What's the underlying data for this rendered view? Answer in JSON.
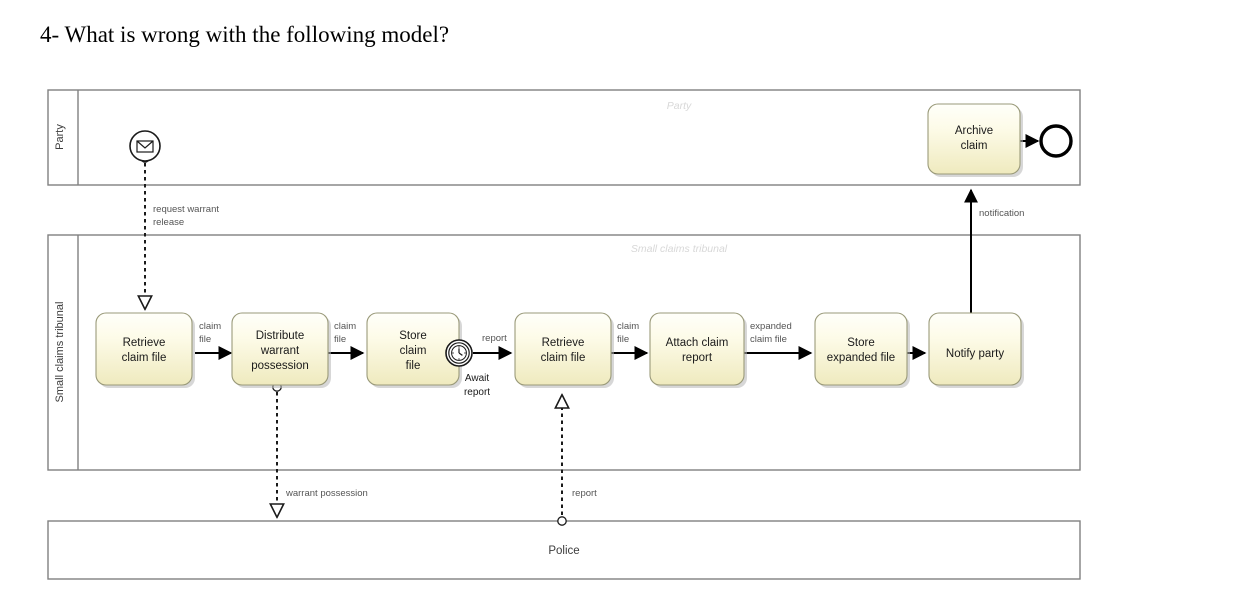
{
  "question": {
    "title": "4- What is wrong with the following model?"
  },
  "diagram": {
    "type": "bpmn-collaboration",
    "colors": {
      "task_fill_top": "#fffef2",
      "task_fill_bottom": "#f0ebc2",
      "task_stroke": "#9a9a7a",
      "pool_stroke": "#808080",
      "flow_stroke": "#000000",
      "label_text": "#555555",
      "watermark": "#d8d8d8"
    },
    "pools": [
      {
        "id": "pool-party",
        "name": "Party",
        "watermark": "Party",
        "collapsed": false
      },
      {
        "id": "pool-tribunal",
        "name": "Small claims tribunal",
        "watermark": "Small claims tribunal",
        "collapsed": false
      },
      {
        "id": "pool-police",
        "name": "Police",
        "watermark": "",
        "collapsed": true
      }
    ],
    "tasks": [
      {
        "id": "task-retrieve-1",
        "label": "Retrieve claim file",
        "lines": [
          "Retrieve",
          "claim file"
        ],
        "pool": "pool-tribunal"
      },
      {
        "id": "task-distribute-warrant",
        "label": "Distribute warrant possession",
        "lines": [
          "Distribute",
          "warrant",
          "possession"
        ],
        "pool": "pool-tribunal"
      },
      {
        "id": "task-store-claim",
        "label": "Store claim file",
        "lines": [
          "Store",
          "claim",
          "file"
        ],
        "pool": "pool-tribunal"
      },
      {
        "id": "task-retrieve-2",
        "label": "Retrieve claim file",
        "lines": [
          "Retrieve",
          "claim file"
        ],
        "pool": "pool-tribunal"
      },
      {
        "id": "task-attach-report",
        "label": "Attach claim report",
        "lines": [
          "Attach claim",
          "report"
        ],
        "pool": "pool-tribunal"
      },
      {
        "id": "task-store-expanded",
        "label": "Store expanded file",
        "lines": [
          "Store",
          "expanded file"
        ],
        "pool": "pool-tribunal"
      },
      {
        "id": "task-notify-party",
        "label": "Notify party",
        "lines": [
          "Notify party"
        ],
        "pool": "pool-tribunal"
      },
      {
        "id": "task-archive-claim",
        "label": "Archive claim",
        "lines": [
          "Archive",
          "claim"
        ],
        "pool": "pool-party"
      }
    ],
    "events": [
      {
        "id": "event-message-start",
        "kind": "message",
        "icon": "envelope-icon",
        "label": "",
        "pool": "pool-party"
      },
      {
        "id": "event-await-report",
        "kind": "timer-boundary",
        "icon": "clock-icon",
        "label": "Await report",
        "label_lines": [
          "Await",
          "report"
        ],
        "pool": "pool-tribunal"
      },
      {
        "id": "event-end",
        "kind": "end",
        "icon": "",
        "label": "",
        "pool": "pool-party"
      }
    ],
    "sequence_flows": [
      {
        "id": "flow-claim-file-1",
        "label": "claim file",
        "lines": [
          "claim",
          "file"
        ],
        "from": "task-retrieve-1",
        "to": "task-distribute-warrant"
      },
      {
        "id": "flow-claim-file-2",
        "label": "claim file",
        "lines": [
          "claim",
          "file"
        ],
        "from": "task-distribute-warrant",
        "to": "task-store-claim"
      },
      {
        "id": "flow-report",
        "label": "report",
        "lines": [
          "report"
        ],
        "from": "event-await-report",
        "to": "task-retrieve-2"
      },
      {
        "id": "flow-claim-file-3",
        "label": "claim file",
        "lines": [
          "claim",
          "file"
        ],
        "from": "task-retrieve-2",
        "to": "task-attach-report"
      },
      {
        "id": "flow-expanded-file",
        "label": "expanded claim file",
        "lines": [
          "expanded",
          "claim file"
        ],
        "from": "task-attach-report",
        "to": "task-store-expanded"
      },
      {
        "id": "flow-to-notify",
        "label": "",
        "lines": [],
        "from": "task-store-expanded",
        "to": "task-notify-party"
      },
      {
        "id": "flow-notification",
        "label": "notification",
        "lines": [
          "notification"
        ],
        "from": "task-notify-party",
        "to": "task-archive-claim"
      },
      {
        "id": "flow-archive-to-end",
        "label": "",
        "lines": [],
        "from": "task-archive-claim",
        "to": "event-end"
      }
    ],
    "message_flows": [
      {
        "id": "msgflow-request-warrant-release",
        "label": "request warrant release",
        "lines": [
          "request warrant",
          "release"
        ],
        "from": "event-message-start",
        "to": "task-retrieve-1"
      },
      {
        "id": "msgflow-warrant-possession",
        "label": "warrant possession",
        "lines": [
          "warrant possession"
        ],
        "from": "task-distribute-warrant",
        "to": "pool-police"
      },
      {
        "id": "msgflow-report",
        "label": "report",
        "lines": [
          "report"
        ],
        "from": "pool-police",
        "to": "task-retrieve-2"
      }
    ]
  }
}
